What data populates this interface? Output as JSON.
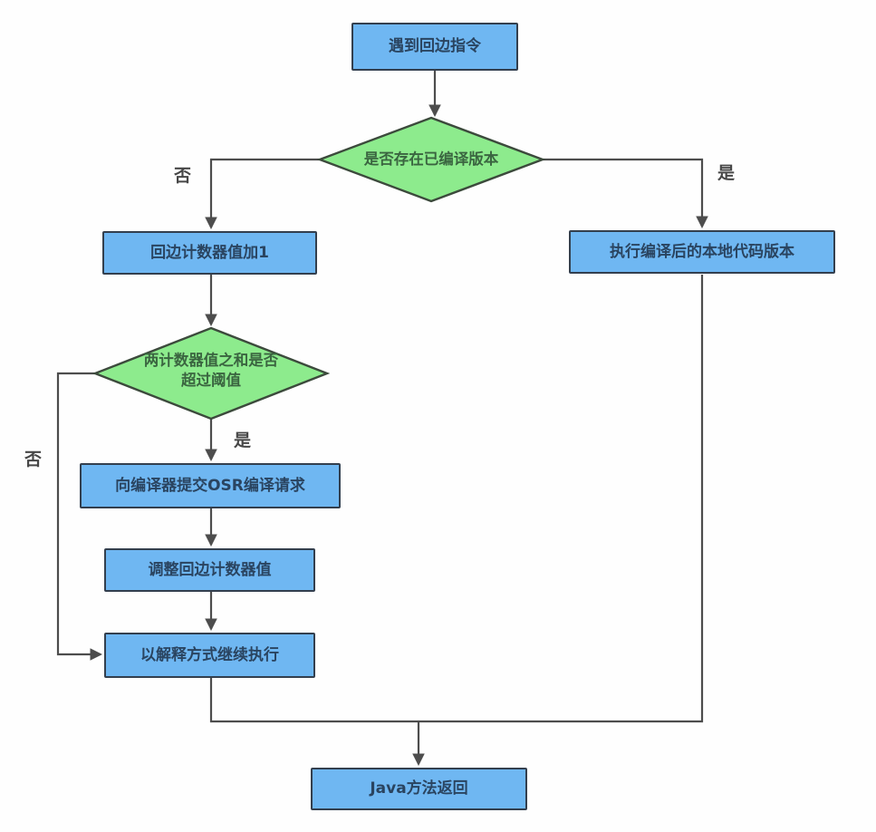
{
  "diagram": {
    "nodes": {
      "start": {
        "label": "遇到回边指令",
        "type": "process"
      },
      "has_compiled_version": {
        "label": "是否存在已编译版本",
        "type": "decision"
      },
      "increment_counter": {
        "label": "回边计数器值加1",
        "type": "process"
      },
      "exec_native": {
        "label": "执行编译后的本地代码版本",
        "type": "process"
      },
      "threshold_check": {
        "label": "两计数器值之和是否超过阈值",
        "type": "decision"
      },
      "submit_osr": {
        "label": "向编译器提交OSR编译请求",
        "type": "process"
      },
      "adjust_counter": {
        "label": "调整回边计数器值",
        "type": "process"
      },
      "interpret_continue": {
        "label": "以解释方式继续执行",
        "type": "process"
      },
      "java_return": {
        "label": "Java方法返回",
        "type": "process"
      }
    },
    "edge_labels": {
      "no_compiled": "否",
      "yes_compiled": "是",
      "yes_threshold": "是",
      "no_threshold": "否"
    },
    "colors": {
      "process_fill": "#6fb7f2",
      "process_border": "#333f4e",
      "process_text": "#2a4460",
      "decision_fill": "#8deb8d",
      "decision_border": "#3c4a3c",
      "decision_text": "#3a6540",
      "connector": "#4d4d4d"
    }
  }
}
